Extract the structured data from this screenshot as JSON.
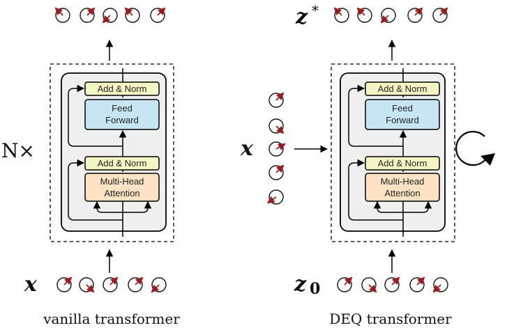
{
  "vanilla": {
    "caption": "vanilla transformer",
    "repeat_label": "N×",
    "input_label": "x",
    "add_norm_top": "Add & Norm",
    "feed_forward": [
      "Feed",
      "Forward"
    ],
    "add_norm_bottom": "Add & Norm",
    "attention": [
      "Multi-Head",
      "Attention"
    ]
  },
  "deq": {
    "caption": "DEQ transformer",
    "output_label": "z",
    "output_superscript": "*",
    "side_input_label": "x",
    "input_label": "z",
    "input_subscript": "0",
    "add_norm_top": "Add & Norm",
    "feed_forward": [
      "Feed",
      "Forward"
    ],
    "add_norm_bottom": "Add & Norm",
    "attention": [
      "Multi-Head",
      "Attention"
    ]
  },
  "colors": {
    "add_norm_fill": "#f4f6c4",
    "feed_forward_fill": "#c6e6f4",
    "attention_fill": "#fde3c4",
    "block_fill": "#f0f0f0",
    "token_arrow": "#9b1c1c"
  },
  "icons": {
    "token": "circle-with-arrow-icon",
    "loop": "circular-arrow-icon"
  }
}
